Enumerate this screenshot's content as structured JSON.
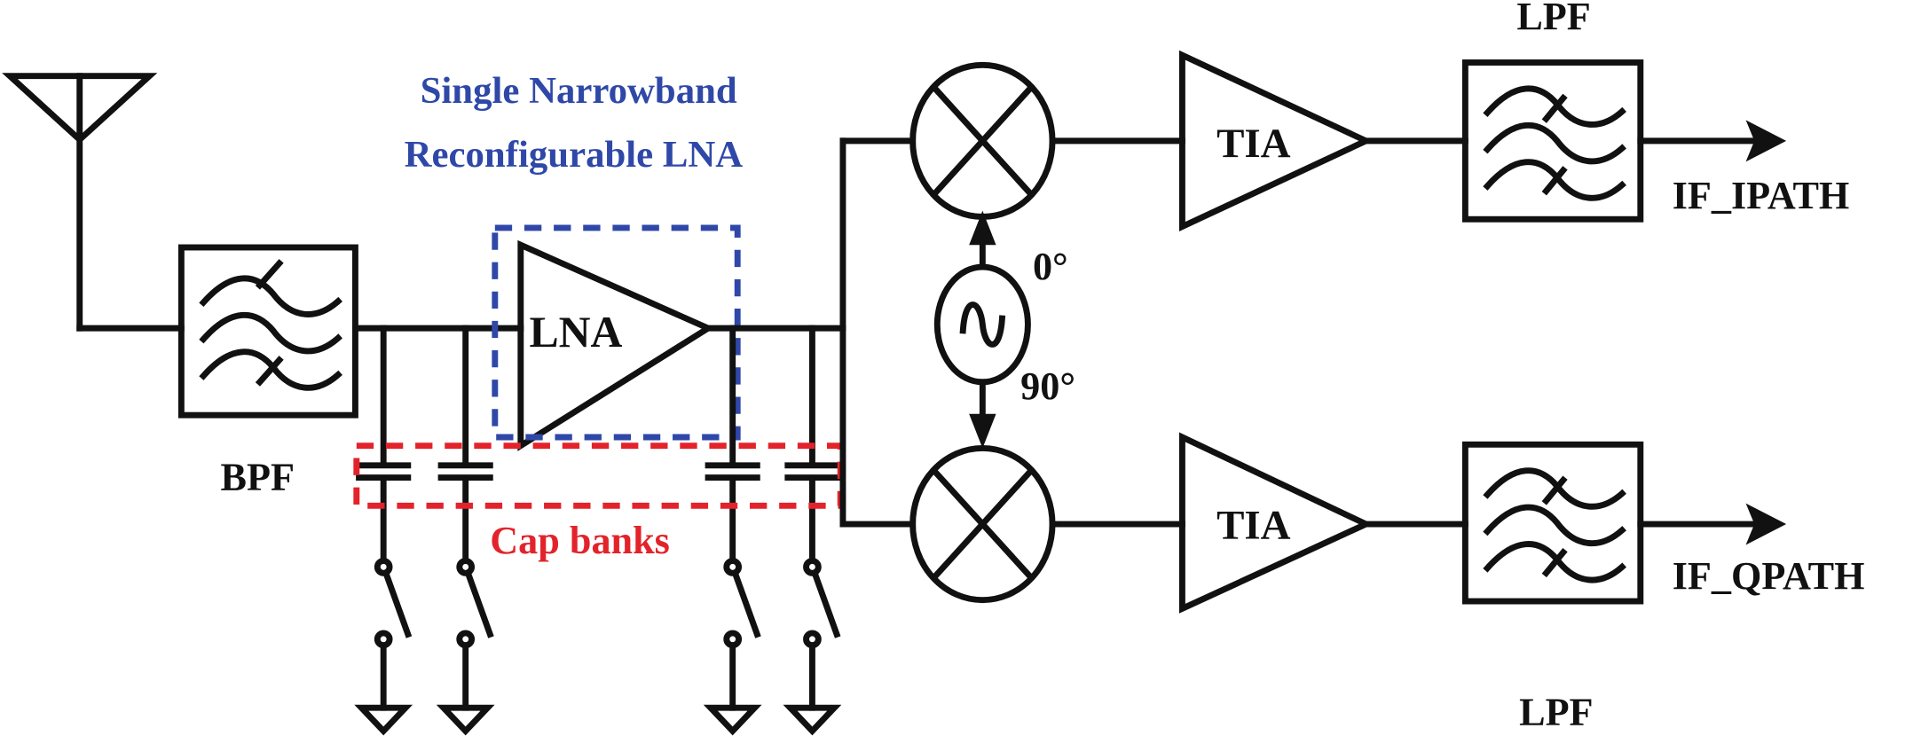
{
  "labels": {
    "lna_title_line1": "Single Narrowband",
    "lna_title_line2": "Reconfigurable LNA",
    "lna": "LNA",
    "bpf": "BPF",
    "cap_banks": "Cap banks",
    "lo_phase_i": "0°",
    "lo_phase_q": "90°",
    "tia_i": "TIA",
    "tia_q": "TIA",
    "lpf_i": "LPF",
    "lpf_q": "LPF",
    "out_i": "IF_IPATH",
    "out_q": "IF_QPATH"
  },
  "colors": {
    "lna_highlight": "#2f48a8",
    "cap_bank_highlight": "#e3232b",
    "wires": "#111111"
  },
  "icons": [
    "antenna-icon",
    "bandpass-filter-icon",
    "amplifier-icon",
    "capacitor-icon",
    "switch-icon",
    "ground-icon",
    "mixer-icon",
    "oscillator-icon",
    "lowpass-filter-icon",
    "arrow-icon"
  ]
}
